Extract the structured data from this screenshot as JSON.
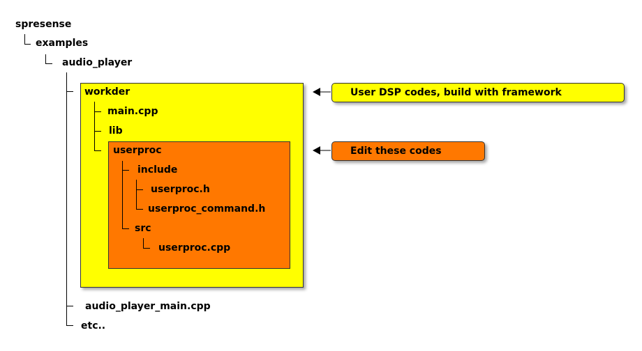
{
  "tree": {
    "root": "spresense",
    "examples": "examples",
    "audio_player": "audio_player",
    "workder": "workder",
    "main_cpp": "main.cpp",
    "lib": "lib",
    "userproc": "userproc",
    "include": "include",
    "userproc_h": "userproc.h",
    "userproc_command_h": "userproc_command.h",
    "src": "src",
    "userproc_cpp": "userproc.cpp",
    "audio_player_main_cpp": "audio_player_main.cpp",
    "etc": "etc.."
  },
  "notes": {
    "workder_note": "User DSP codes, build with framework",
    "userproc_note": "Edit these codes"
  },
  "colors": {
    "workder_box": "#ffff00",
    "userproc_box": "#ff7800",
    "background": "#ffffff"
  }
}
